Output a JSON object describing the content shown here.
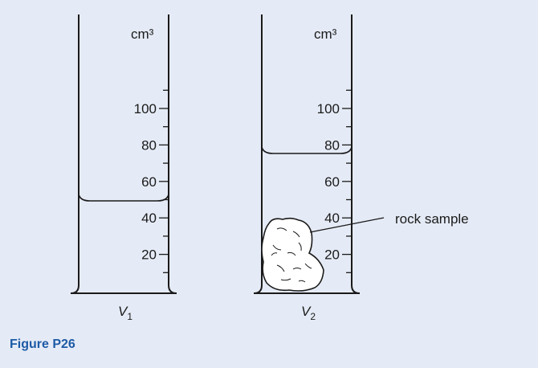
{
  "diagram": {
    "unit": "cm³",
    "scale_labels": [
      "100",
      "80",
      "60",
      "40",
      "20"
    ],
    "cylinders": [
      {
        "label_letter": "V",
        "label_sub": "1",
        "liquid_level": 51
      },
      {
        "label_letter": "V",
        "label_sub": "2",
        "liquid_level": 77
      }
    ],
    "annotation": "rock sample"
  },
  "figure": {
    "caption": "Figure P26"
  },
  "colors": {
    "background": "#e5ebf6",
    "caption": "#1d5aa6",
    "ink": "#1a1a1a",
    "rock": "#ffffff"
  }
}
